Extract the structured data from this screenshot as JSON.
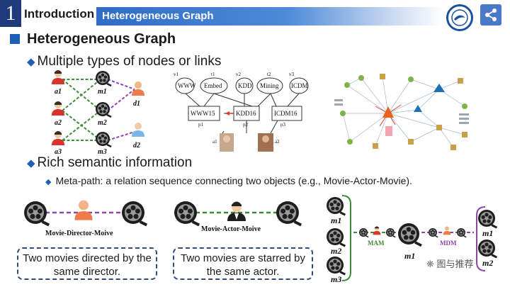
{
  "header": {
    "section_number": "1",
    "section_title": "Introduction",
    "banner_title": "Heterogeneous Graph"
  },
  "main": {
    "heading": "Heterogeneous Graph",
    "bullet1": "Multiple types of nodes or links",
    "bullet2": "Rich semantic information",
    "metapath_text": "Meta-path: a relation sequence connecting two objects (e.g., Movie-Actor-Movie)."
  },
  "figure1": {
    "actors": [
      "a1",
      "a2",
      "a3"
    ],
    "movies": [
      "m1",
      "m2",
      "m3"
    ],
    "directors": [
      "d1",
      "d2"
    ]
  },
  "figure2": {
    "venue_labels": [
      "v1",
      "v2",
      "v3"
    ],
    "term_labels": [
      "t1",
      "t2"
    ],
    "top_nodes": [
      "WWW",
      "Embed",
      "KDD",
      "Mining",
      "ICDM"
    ],
    "paper_nodes": [
      "WWW15",
      "KDD16",
      "ICDM16"
    ],
    "paper_labels": [
      "p1",
      "p2",
      "p3"
    ],
    "author_labels": [
      "a1",
      "a2"
    ]
  },
  "metapaths": {
    "mdm_caption": "Movie-Director-Moive",
    "mam_caption": "Movie-Actor-Moive",
    "mdm_note": "Two movies directed by the same director.",
    "mam_note": "Two movies are starred by the same actor.",
    "mam_label": "MAM",
    "mdm_label": "MDM",
    "center_movie": "m1",
    "left_movies": [
      "m1",
      "m2",
      "m3"
    ],
    "right_movies": [
      "m1",
      "m2"
    ]
  },
  "watermark": "图与推荐",
  "colors": {
    "accent": "#1f5fb6",
    "banner": "#2f6cc6",
    "purple_edge": "#8e44ad",
    "green_edge": "#3d8b37"
  }
}
